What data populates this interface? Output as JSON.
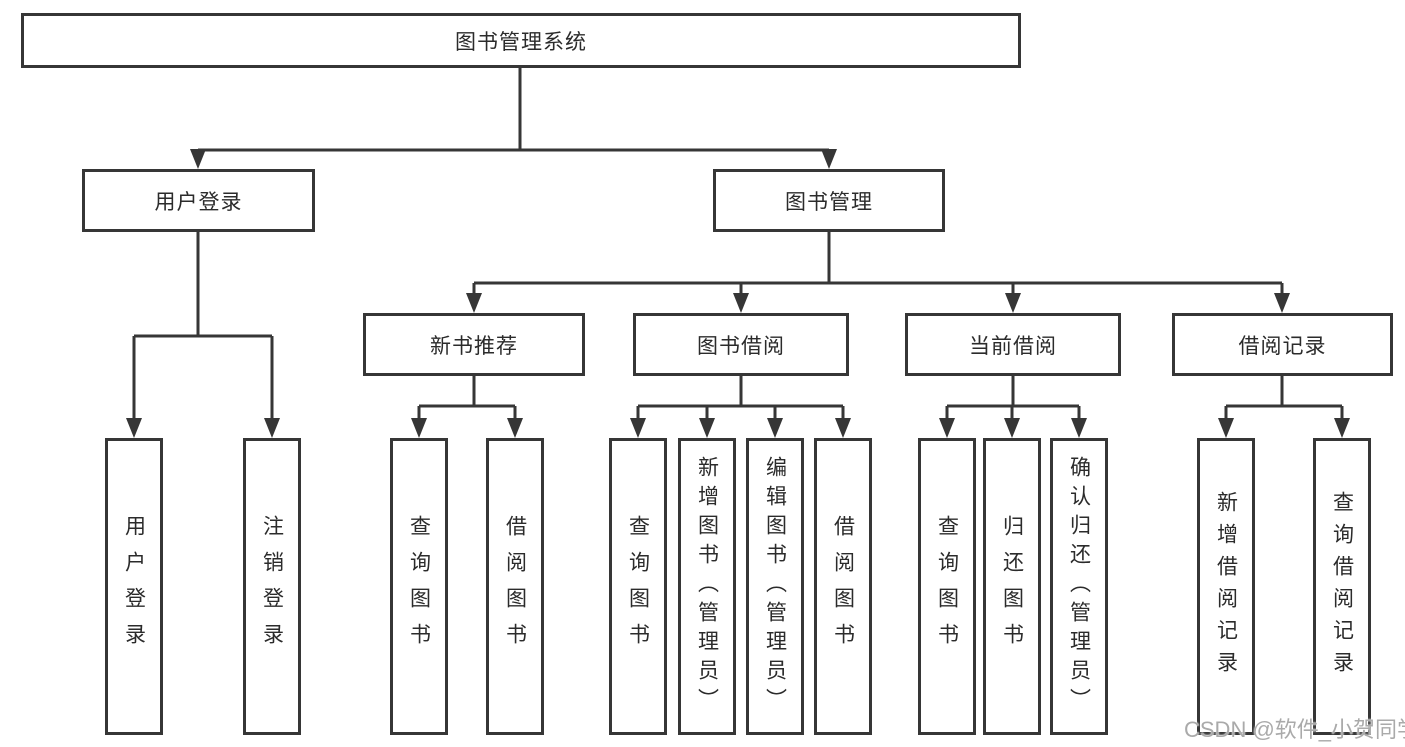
{
  "diagram": {
    "type": "hierarchy",
    "title": "图书管理系统",
    "colors": {
      "line": "#363636",
      "text": "#2b2b2b",
      "background": "#ffffff",
      "watermark": "#9e9e9e"
    },
    "root": {
      "label": "图书管理系统"
    },
    "level2": [
      {
        "label": "用户登录",
        "parent": "图书管理系统"
      },
      {
        "label": "图书管理",
        "parent": "图书管理系统"
      }
    ],
    "level3": [
      {
        "label": "新书推荐",
        "parent": "图书管理"
      },
      {
        "label": "图书借阅",
        "parent": "图书管理"
      },
      {
        "label": "当前借阅",
        "parent": "图书管理"
      },
      {
        "label": "借阅记录",
        "parent": "图书管理"
      }
    ],
    "leaves": [
      {
        "label": "用户登录",
        "parent": "用户登录"
      },
      {
        "label": "注销登录",
        "parent": "用户登录"
      },
      {
        "label": "查询图书",
        "parent": "新书推荐"
      },
      {
        "label": "借阅图书",
        "parent": "新书推荐"
      },
      {
        "label": "查询图书",
        "parent": "图书借阅"
      },
      {
        "label": "新增图书（管理员）",
        "parent": "图书借阅"
      },
      {
        "label": "编辑图书（管理员）",
        "parent": "图书借阅"
      },
      {
        "label": "借阅图书",
        "parent": "图书借阅"
      },
      {
        "label": "查询图书",
        "parent": "当前借阅"
      },
      {
        "label": "归还图书",
        "parent": "当前借阅"
      },
      {
        "label": "确认归还（管理员）",
        "parent": "当前借阅"
      },
      {
        "label": "新增借阅记录",
        "parent": "借阅记录"
      },
      {
        "label": "查询借阅记录",
        "parent": "借阅记录"
      }
    ],
    "watermark": "CSDN @软件_小贺同学"
  }
}
